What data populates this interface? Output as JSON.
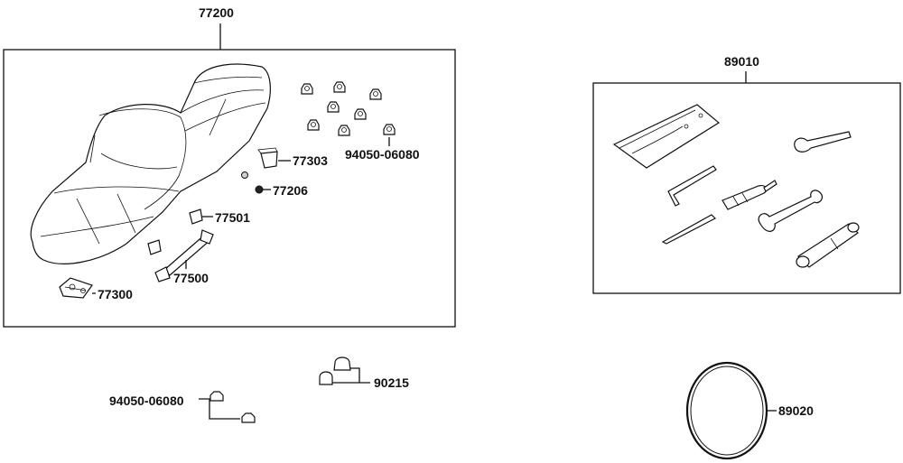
{
  "labels": {
    "seat_assembly": "77200",
    "toolkit_assembly": "89010",
    "nut_set_top": "94050-06080",
    "bracket": "77303",
    "washer_nut": "77206",
    "hinge_clip": "77501",
    "seat_hinge": "77500",
    "seat_lock": "77300",
    "nut_pair": "90215",
    "nut_set_bottom": "94050-06080",
    "belt": "89020"
  }
}
